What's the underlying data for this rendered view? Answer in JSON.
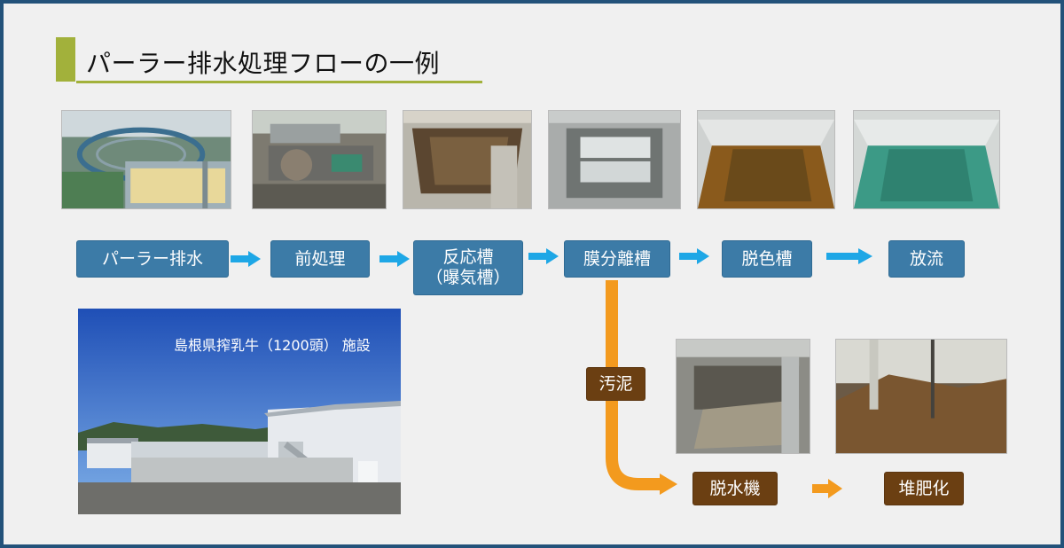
{
  "title": "パーラー排水処理フローの一例",
  "flow": {
    "steps": [
      {
        "lines": [
          "パーラー排水"
        ]
      },
      {
        "lines": [
          "前処理"
        ]
      },
      {
        "lines": [
          "反応槽",
          "（曝気槽）"
        ]
      },
      {
        "lines": [
          "膜分離槽"
        ]
      },
      {
        "lines": [
          "脱色槽"
        ]
      },
      {
        "lines": [
          "放流"
        ]
      }
    ],
    "sludge_label": "汚泥",
    "sludge_steps": [
      "脱水機",
      "堆肥化"
    ]
  },
  "facility_caption": "島根県搾乳牛（1200頭）  施設",
  "colors": {
    "accent": "#a2b13b",
    "step_box": "#3c7ba7",
    "sludge_box": "#6b3f12",
    "blue_arrow": "#1ea7e6",
    "orange_arrow": "#f39a1e",
    "frame": "#23527a"
  }
}
